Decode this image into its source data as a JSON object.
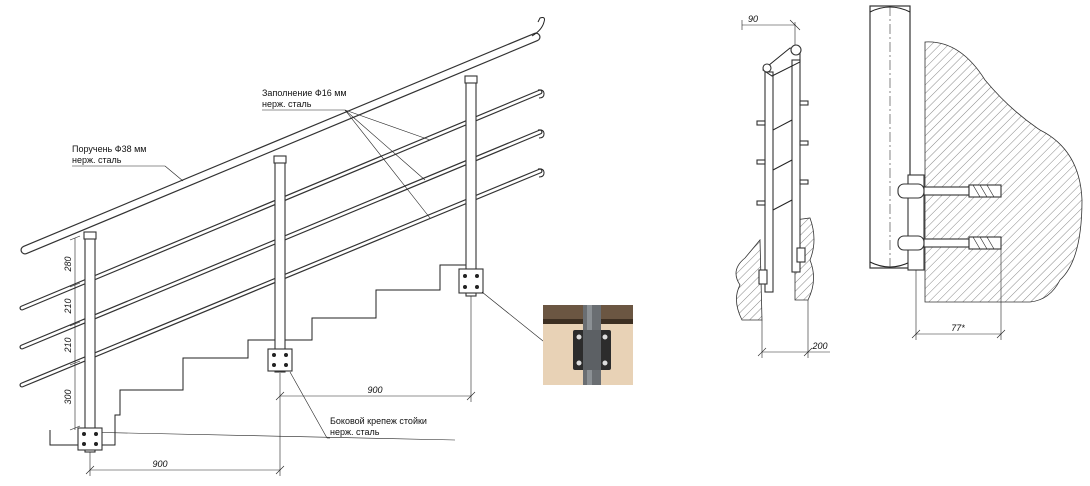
{
  "labels": {
    "fill": {
      "line1": "Заполнение Ф16 мм",
      "line2": "нерж. сталь"
    },
    "handrail": {
      "line1": "Поручень Ф38 мм",
      "line2": "нерж. сталь"
    },
    "side_mount": {
      "line1": "Боковой крепеж стойки",
      "line2": "нерж. сталь"
    }
  },
  "dimensions": {
    "vertical": [
      "280",
      "210",
      "210",
      "300"
    ],
    "post_spacing_lower": "900",
    "post_spacing_upper": "900",
    "side_offset": "90",
    "side_depth": "200",
    "anchor_depth": "77*"
  },
  "colors": {
    "line": "#222222",
    "photo_bg": "#e8d2b6",
    "photo_top": "#6b5642",
    "photo_post": "#6a6e72"
  }
}
